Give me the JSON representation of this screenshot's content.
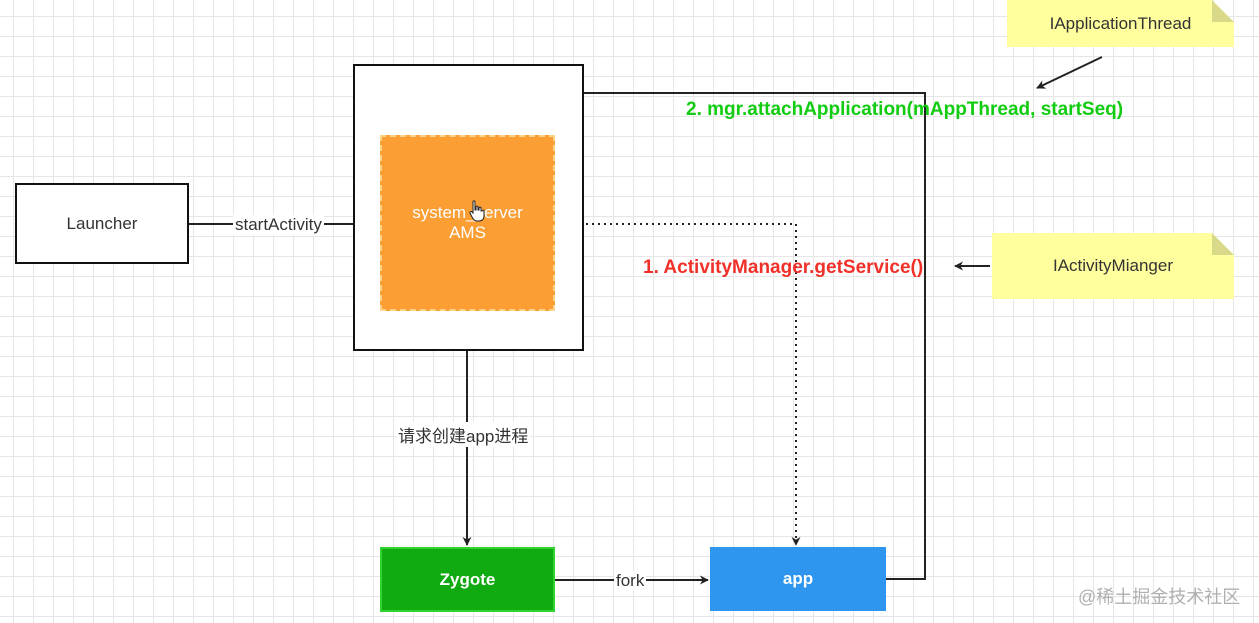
{
  "nodes": {
    "launcher": "Launcher",
    "system_server": "system_server",
    "ams": "AMS",
    "zygote": "Zygote",
    "app": "app"
  },
  "notes": {
    "application_thread": "IApplicationThread",
    "activity_manager": "IActivityMianger"
  },
  "edges": {
    "start_activity": "startActivity",
    "request_create": "请求创建app进程",
    "fork": "fork",
    "attach": "2. mgr.attachApplication(mAppThread, startSeq)",
    "get_service": "1. ActivityManager.getService()"
  },
  "watermark": "@稀土掘金技术社区",
  "colors": {
    "ams": "#fb9e33",
    "zygote": "#11aa11",
    "app": "#2f96f0",
    "note": "#ffff9e",
    "attach_label": "#11cc11",
    "get_service_label": "#f0312a"
  }
}
